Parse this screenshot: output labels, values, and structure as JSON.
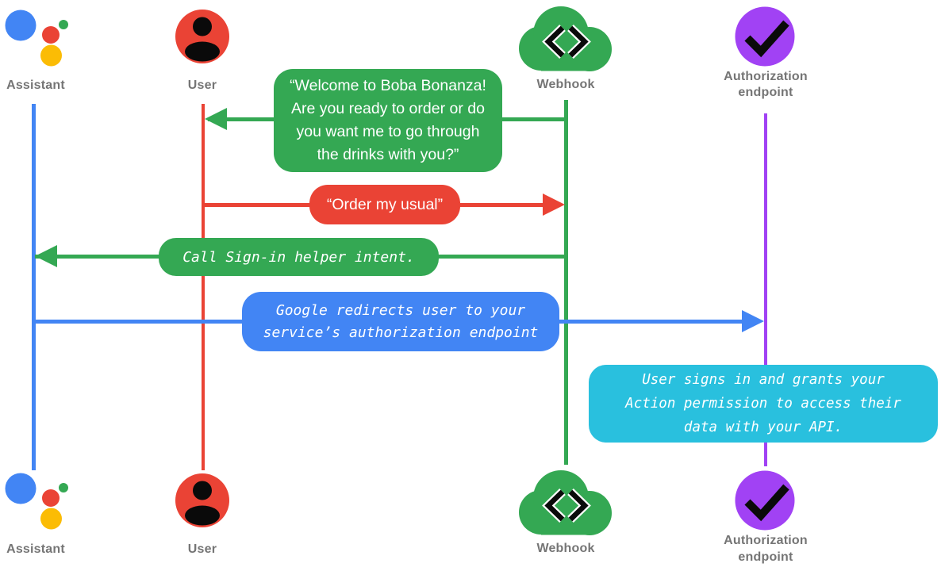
{
  "colors": {
    "assistant_blue": "#4285F4",
    "user_red": "#EA4335",
    "webhook_green": "#34A853",
    "auth_purple": "#A142F4",
    "note_cyan": "#29C0DE",
    "assistant_yellow": "#FBBC05",
    "label_gray": "#757575",
    "glyph_black": "#0A0A0A",
    "text_white": "#FFFFFF"
  },
  "actors": {
    "assistant": {
      "label": "Assistant"
    },
    "user": {
      "label": "User"
    },
    "webhook": {
      "label": "Webhook"
    },
    "auth": {
      "label": "Authorization\nendpoint"
    }
  },
  "messages": {
    "welcome": {
      "text": "“Welcome to Boba Bonanza!\nAre you ready to order or do\nyou want me to go through\nthe drinks with you?”",
      "from": "Webhook",
      "to": "User"
    },
    "order": {
      "text": "“Order my usual”",
      "from": "User",
      "to": "Webhook"
    },
    "signin": {
      "text": "Call Sign-in helper intent.",
      "from": "Webhook",
      "to": "Assistant"
    },
    "redirect": {
      "text": "Google redirects user to your\nservice’s authorization endpoint",
      "from": "Assistant",
      "to": "Authorization endpoint"
    },
    "note": {
      "text": "User signs in and grants your\nAction permission to access their\ndata with your API."
    }
  }
}
